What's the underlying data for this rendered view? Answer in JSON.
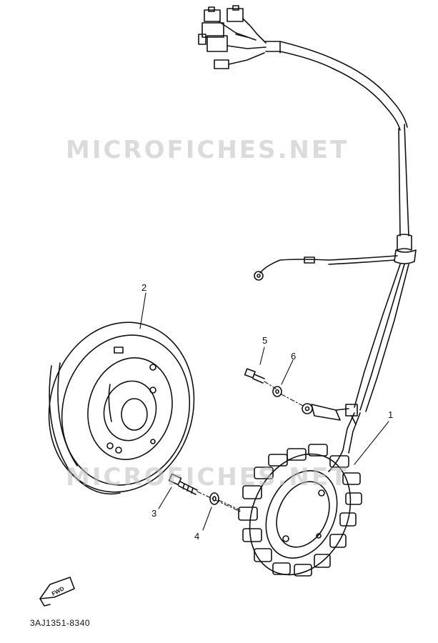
{
  "watermark": "MICROFICHES.NET",
  "callouts": {
    "part1": "1",
    "part2": "2",
    "part3": "3",
    "part4": "4",
    "part5": "5",
    "part6": "6"
  },
  "direction_arrow": "FWD",
  "diagram_code": "3AJ1351-8340",
  "colors": {
    "ink": "#111111",
    "watermark": "#bebebe"
  }
}
